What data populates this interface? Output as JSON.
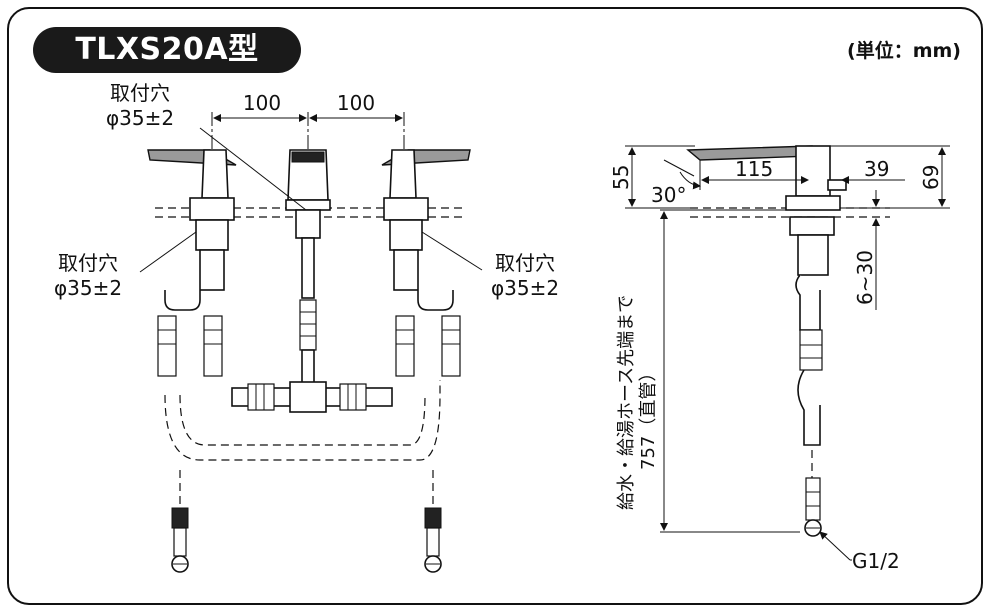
{
  "title": "TLXS20A型",
  "unit_note": "(単位：mm)",
  "front_view": {
    "dim_left": "100",
    "dim_right": "100",
    "hole_center_line1": "取付穴",
    "hole_center_line2": "φ35±2",
    "hole_left_line1": "取付穴",
    "hole_left_line2": "φ35±2",
    "hole_right_line1": "取付穴",
    "hole_right_line2": "φ35±2"
  },
  "side_view": {
    "dim_55": "55",
    "dim_115": "115",
    "dim_39": "39",
    "dim_69": "69",
    "angle": "30°",
    "dim_6_30": "6~30",
    "hose_label": "給水・給湯ホース先端まで",
    "hose_length": "757（直管）",
    "thread": "G1/2"
  }
}
